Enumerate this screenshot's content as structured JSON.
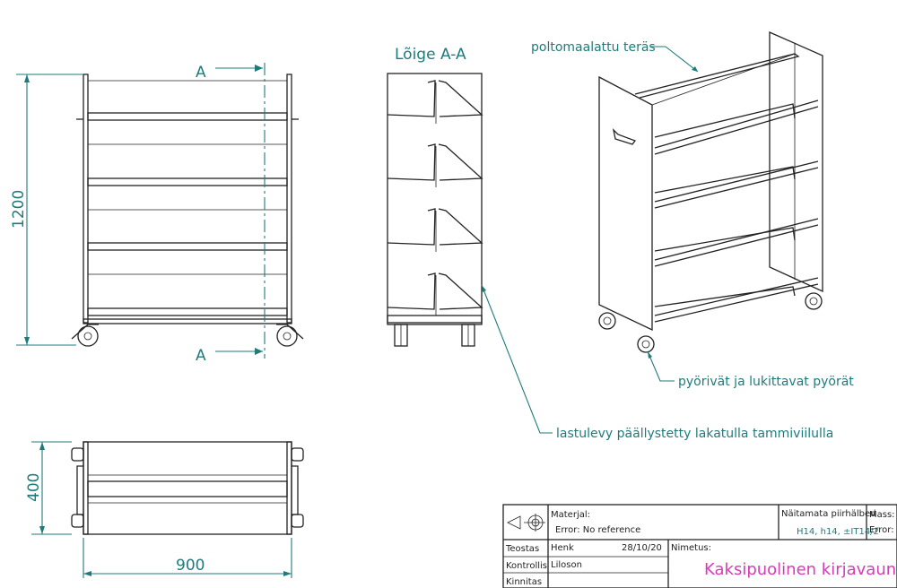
{
  "dimensions": {
    "height": "1200",
    "depth": "400",
    "width": "900"
  },
  "section": {
    "label": "A",
    "title": "Lõige A-A"
  },
  "notes": {
    "steel": "poltomaalattu teräs",
    "wheels": "pyörivät ja lukittavat pyörät",
    "board": "lastulevy päällystetty lakatulla tammiviilulla"
  },
  "title_block": {
    "material_label": "Materjal:",
    "material_value": "Error: No reference",
    "tolerance_label": "Näitamata piirhälbed",
    "tolerance_value": "H14, h14, ±IT14/2",
    "scale_label": "Mass:",
    "scale_value": "Error:",
    "author_label": "Teostas",
    "author_name": "Henk",
    "author_date": "28/10/20",
    "checked_label": "Kontrollis",
    "checked_name": "Liloson",
    "approved_label": "Kinnitas",
    "name_label": "Nimetus:",
    "product_name": "Kaksipuolinen kirjavaunu"
  }
}
